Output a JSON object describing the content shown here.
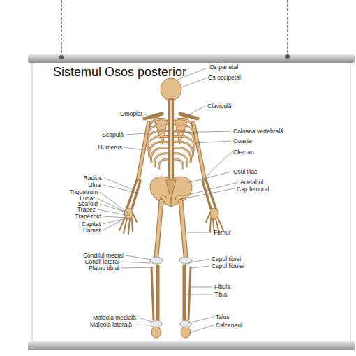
{
  "diagram": {
    "title": "Sistemul Osos posterior",
    "labels": [
      "Os parietal",
      "Os occipetal",
      "Claviculă",
      "Omoplat",
      "Coloana vertebrală",
      "Scapulă",
      "Coaste",
      "Humerus",
      "Olecran",
      "Osul iliac",
      "Radius",
      "Acetabul",
      "Ulna",
      "Cap femural",
      "Triquetrum",
      "Lunar",
      "Scafoid",
      "Trapez",
      "Trapezoid",
      "Capitat",
      "Hamat",
      "Femur",
      "Condilul medial",
      "Capul tibiei",
      "Condil lateral",
      "Capul fibulei",
      "Platou tibial",
      "Fibula",
      "Tibia",
      "Maleola medială",
      "Talus",
      "Maleola laterală",
      "Calcaneul"
    ]
  }
}
